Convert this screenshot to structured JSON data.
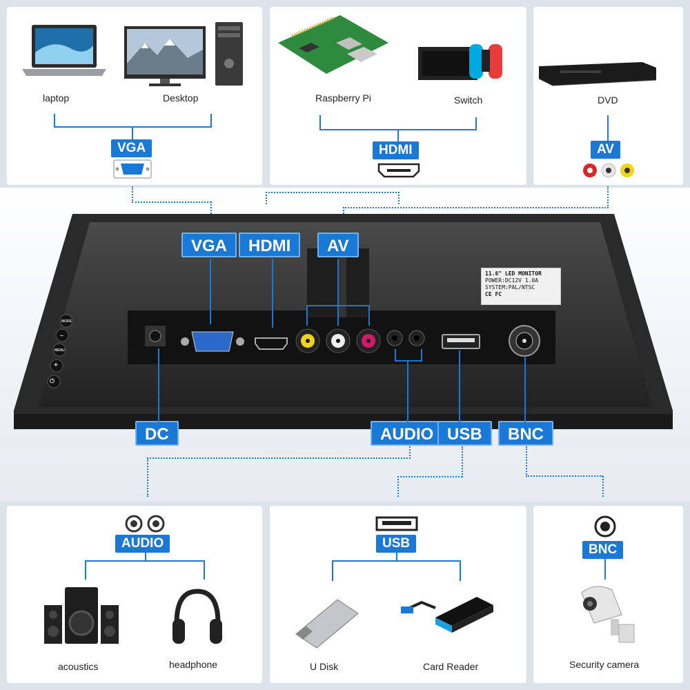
{
  "top": {
    "vga_panel": {
      "devices": [
        "laptop",
        "Desktop"
      ],
      "badge": "VGA"
    },
    "hdmi_panel": {
      "devices": [
        "Raspberry Pi",
        "Switch"
      ],
      "badge": "HDMI"
    },
    "av_panel": {
      "devices": [
        "DVD"
      ],
      "badge": "AV"
    }
  },
  "monitor": {
    "port_labels": {
      "vga": "VGA",
      "hdmi": "HDMI",
      "av": "AV",
      "dc": "DC",
      "audio": "AUDIO",
      "usb": "USB",
      "bnc": "BNC"
    },
    "spec_label": {
      "title": "11.6\" LED MONITOR",
      "power": "POWER:DC12V  1.0A",
      "system": "SYSTEM:PAL/NTSC",
      "marks": "CE  FC"
    },
    "buttons": [
      "MODE",
      "–",
      "MENU",
      "+",
      "⏻"
    ]
  },
  "bottom": {
    "audio_panel": {
      "badge": "AUDIO",
      "devices": [
        "acoustics",
        "headphone"
      ]
    },
    "usb_panel": {
      "badge": "USB",
      "devices": [
        "U Disk",
        "Card Reader"
      ]
    },
    "bnc_panel": {
      "badge": "BNC",
      "devices": [
        "Security camera"
      ]
    }
  },
  "colors": {
    "accent": "#1a78d6",
    "background": "#dde3eb",
    "panel": "#ffffff",
    "monitor": "#1c1c1c"
  },
  "icons": [
    "vga-port-icon",
    "hdmi-port-icon",
    "rca-jacks-icon",
    "audio-jacks-icon",
    "usb-port-icon",
    "bnc-port-icon"
  ]
}
